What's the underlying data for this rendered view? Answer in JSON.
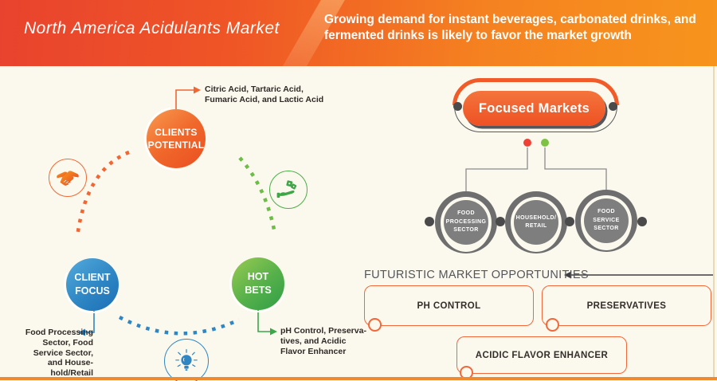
{
  "banner": {
    "title": "North America Acidulants Market",
    "subtitle": "Growing demand for instant beverages, carbonated drinks, and\nfermented drinks is likely to favor the market growth"
  },
  "cycle": {
    "clients_potential": {
      "label": "CLIENTS\nPOTENTIAL",
      "annotation": "Citric Acid, Tartaric Acid,\nFumaric Acid, and Lactic Acid"
    },
    "client_focus": {
      "label": "CLIENT\nFOCUS",
      "annotation": "Food Processing\nSector, Food\nService Sector,\nand House-\nhold/Retail"
    },
    "hot_bets": {
      "label": "HOT\nBETS",
      "annotation": "pH Control, Preserva-\ntives, and Acidic\nFlavor Enhancer"
    },
    "icons": {
      "partnership": "handshake-icon",
      "investment": "hand-money-icon",
      "idea": "lightbulb-icon"
    }
  },
  "focused_markets": {
    "title": "Focused Markets",
    "sectors": [
      "FOOD\nPROCESSING\nSECTOR",
      "HOUSEHOLD/\nRETAIL",
      "FOOD SERVICE\nSECTOR"
    ]
  },
  "opportunities": {
    "heading": "FUTURISTIC MARKET OPPORTUNITIES",
    "items": [
      "PH CONTROL",
      "PRESERVATIVES",
      "ACIDIC FLAVOR ENHANCER"
    ]
  },
  "colors": {
    "banner_gradient_left": "#E8432E",
    "banner_gradient_right": "#F7941D",
    "orange": "#F15A29",
    "blue": "#1B75BC",
    "green": "#3AB54A",
    "gray_circle": "#7E7E7E",
    "dark": "#4A4A4B",
    "background": "#FBF8EE",
    "red_dot": "#EF4136",
    "green_dot": "#7DC244"
  }
}
